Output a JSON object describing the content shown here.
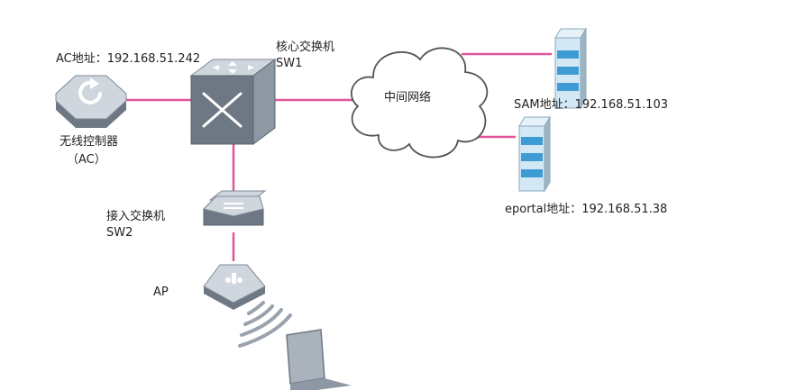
{
  "colors": {
    "link": "#e0559a",
    "device_top": "#cfd6de",
    "device_side": "#8e98a4",
    "device_front": "#6e7884",
    "server_light": "#d3e8f5",
    "server_band": "#3f9bd3",
    "cloud_stroke": "#555555"
  },
  "icons": {
    "ac": "wireless-controller-icon",
    "core": "core-switch-icon",
    "access": "access-switch-icon",
    "ap": "access-point-icon",
    "cloud": "cloud-icon",
    "server": "server-icon",
    "wifi": "wifi-signal-icon",
    "laptop": "laptop-icon"
  },
  "labels": {
    "ac_address": "AC地址：192.168.51.242",
    "ac_name": "无线控制器",
    "ac_abbr": "（AC）",
    "core_name": "核心交换机",
    "core_id": "SW1",
    "cloud_name": "中间网络",
    "sam_address": "SAM地址：192.168.51.103",
    "eportal_address": "eportal地址：192.168.51.38",
    "access_name": "接入交换机",
    "access_id": "SW2",
    "ap_name": "AP"
  }
}
